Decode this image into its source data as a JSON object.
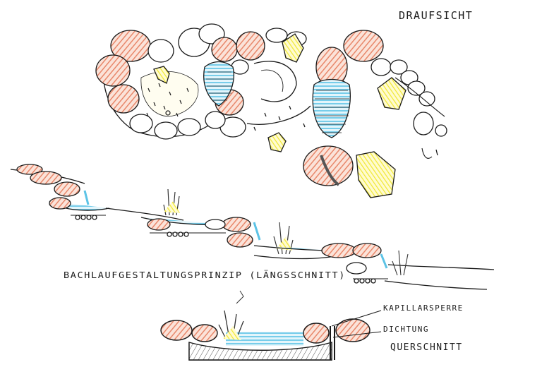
{
  "labels": {
    "top_view": "DRAUFSICHT",
    "principle": "BACHLAUFGESTALTUNGSPRINZIP (LÄNGSSCHNITT)",
    "capillary_barrier": "KAPILLARSPERRE",
    "sealing": "DICHTUNG",
    "cross_section": "QUERSCHNITT"
  },
  "colors": {
    "stone": "#e8876a",
    "water": "#5cc3e6",
    "plant": "#f0e830",
    "ink": "#1a1a1a",
    "soil": "#6b6b6b"
  }
}
